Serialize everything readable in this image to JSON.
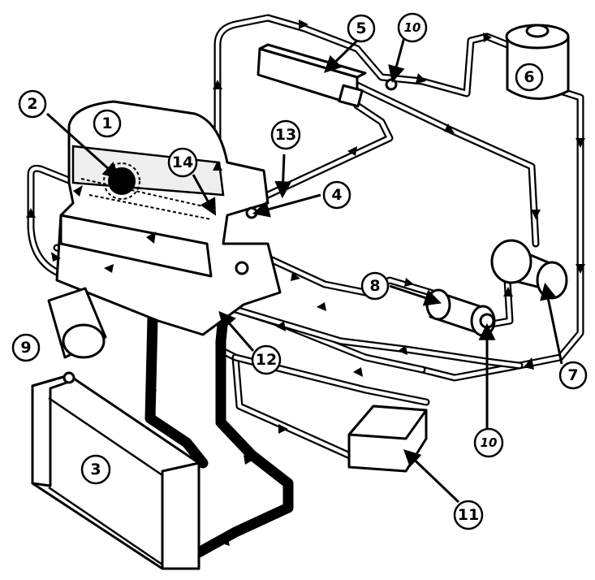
{
  "callouts": [
    {
      "id": "1",
      "label": "1"
    },
    {
      "id": "2",
      "label": "2"
    },
    {
      "id": "3",
      "label": "3"
    },
    {
      "id": "4",
      "label": "4"
    },
    {
      "id": "5",
      "label": "5"
    },
    {
      "id": "6",
      "label": "6"
    },
    {
      "id": "7",
      "label": "7"
    },
    {
      "id": "8",
      "label": "8"
    },
    {
      "id": "9",
      "label": "9"
    },
    {
      "id": "10a",
      "label": "10"
    },
    {
      "id": "10b",
      "label": "10"
    },
    {
      "id": "11",
      "label": "11"
    },
    {
      "id": "12",
      "label": "12"
    },
    {
      "id": "13",
      "label": "13"
    },
    {
      "id": "14",
      "label": "14"
    }
  ]
}
